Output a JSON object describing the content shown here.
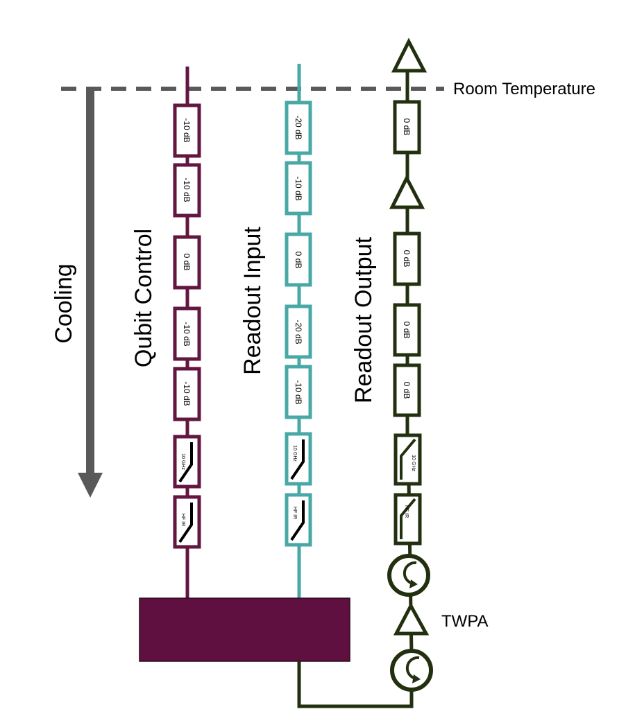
{
  "colors": {
    "qubit_control": "#621640",
    "readout_input": "#48a8a6",
    "readout_output": "#22300f",
    "cooling_arrow": "#595959",
    "room_temp_line": "#595959",
    "device_box": "#5f1040"
  },
  "room_temperature_label": "Room Temperature",
  "cooling_label": "Cooling",
  "twpa_label": "TWPA",
  "lines": {
    "qubit_control": {
      "label": "Qubit Control",
      "attenuators": [
        "-10 dB",
        "-10 dB",
        "0 dB",
        "-10 dB",
        "-10 dB"
      ],
      "filters": [
        "10 GHz",
        "HF IR"
      ]
    },
    "readout_input": {
      "label": "Readout Input",
      "attenuators": [
        "-20 dB",
        "-10 dB",
        "0 dB",
        "-20 dB",
        "-10 dB"
      ],
      "filters": [
        "10 GHz",
        "HF IR"
      ]
    },
    "readout_output": {
      "label": "Readout Output",
      "attenuators": [
        "0 dB",
        "0 dB",
        "0 dB",
        "0 dB"
      ],
      "filters": [
        "10 GHz",
        "HF IR"
      ]
    }
  },
  "icons": {
    "amplifier": "amplifier-triangle-icon",
    "circulator": "circulator-icon",
    "filter": "lowpass-filter-icon"
  }
}
